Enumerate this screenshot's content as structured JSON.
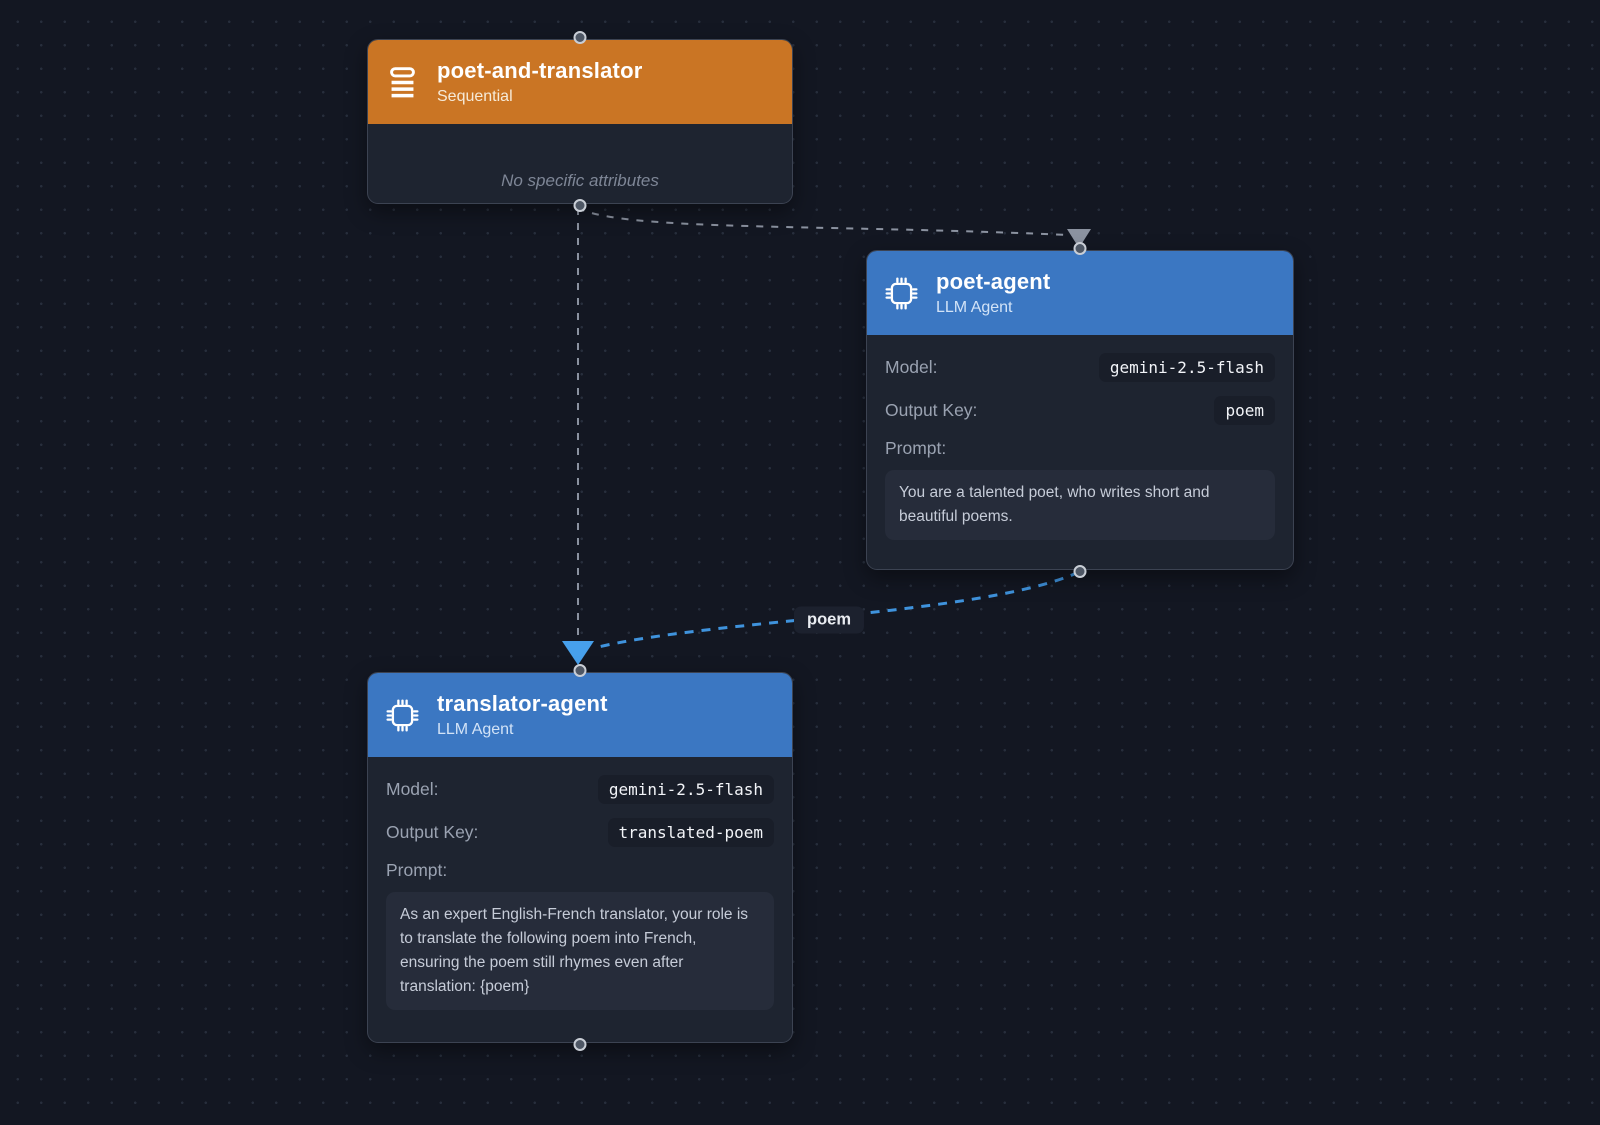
{
  "theme": {
    "canvas-bg": "#131722",
    "dot-color": "#272e3c",
    "node-bg": "#1e2430",
    "sequential-header": "#ca7524",
    "llm-header": "#3b77c2",
    "edge-gray": "#8b92a0",
    "edge-blue": "#3f93dd"
  },
  "nodes": [
    {
      "title": "poet-and-translator",
      "subtitle": "Sequential",
      "note": "No specific attributes"
    },
    {
      "title": "poet-agent",
      "subtitle": "LLM Agent",
      "model_label": "Model:",
      "model_value": "gemini-2.5-flash",
      "output_key_label": "Output Key:",
      "output_key_value": "poem",
      "prompt_label": "Prompt:",
      "prompt_text": "You are a talented poet, who writes short and beautiful poems."
    },
    {
      "title": "translator-agent",
      "subtitle": "LLM Agent",
      "model_label": "Model:",
      "model_value": "gemini-2.5-flash",
      "output_key_label": "Output Key:",
      "output_key_value": "translated-poem",
      "prompt_label": "Prompt:",
      "prompt_text": "As an expert English-French translator, your role is to translate the following poem into French, ensuring the poem still rhymes even after translation: {poem}"
    }
  ],
  "edges": {
    "poem_label": "poem"
  }
}
